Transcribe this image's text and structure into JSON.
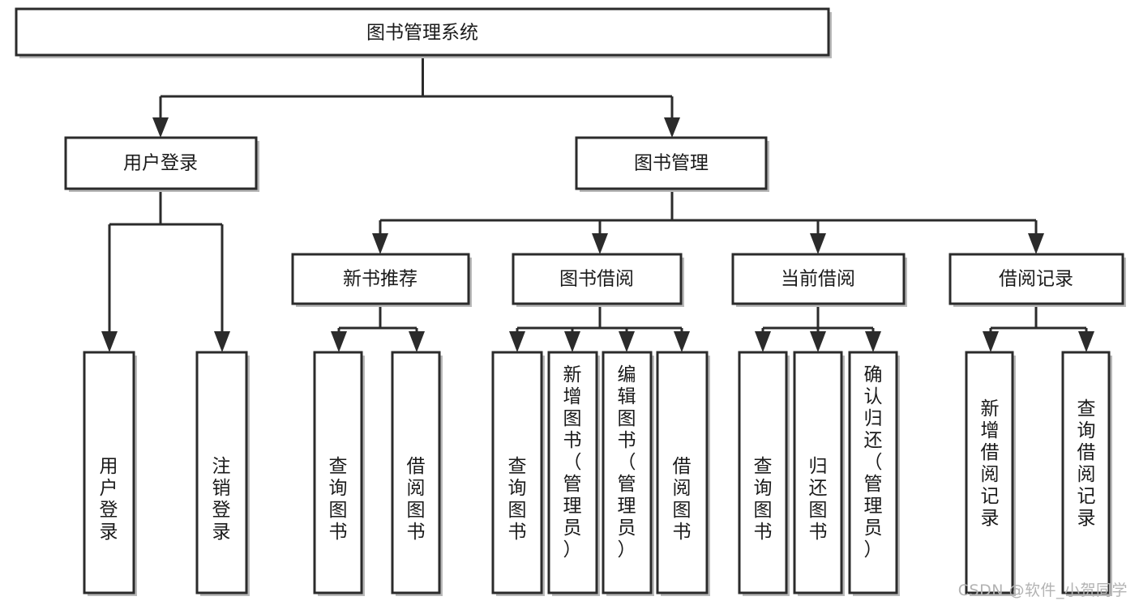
{
  "diagram": {
    "type": "tree-hierarchy-flowchart",
    "title": "图书管理系统",
    "watermark": "CSDN @软件_小贺同学",
    "levels": [
      {
        "level": 1,
        "nodes": [
          {
            "id": "root",
            "label": "图书管理系统",
            "orientation": "horizontal"
          }
        ]
      },
      {
        "level": 2,
        "nodes": [
          {
            "id": "user-login",
            "label": "用户登录",
            "orientation": "horizontal",
            "parent": "root"
          },
          {
            "id": "book-manage",
            "label": "图书管理",
            "orientation": "horizontal",
            "parent": "root"
          }
        ]
      },
      {
        "level": 3,
        "nodes": [
          {
            "id": "new-book-rec",
            "label": "新书推荐",
            "orientation": "horizontal",
            "parent": "book-manage"
          },
          {
            "id": "book-borrow",
            "label": "图书借阅",
            "orientation": "horizontal",
            "parent": "book-manage"
          },
          {
            "id": "current-borrow",
            "label": "当前借阅",
            "orientation": "horizontal",
            "parent": "book-manage"
          },
          {
            "id": "borrow-record",
            "label": "借阅记录",
            "orientation": "horizontal",
            "parent": "book-manage"
          }
        ]
      },
      {
        "level": 4,
        "nodes": [
          {
            "id": "leaf-user-login",
            "label": "用户登录",
            "orientation": "vertical",
            "parent": "user-login"
          },
          {
            "id": "leaf-logout-login",
            "label": "注销登录",
            "orientation": "vertical",
            "parent": "user-login"
          },
          {
            "id": "leaf-query-book-1",
            "label": "查询图书",
            "orientation": "vertical",
            "parent": "new-book-rec"
          },
          {
            "id": "leaf-borrow-book-1",
            "label": "借阅图书",
            "orientation": "vertical",
            "parent": "new-book-rec"
          },
          {
            "id": "leaf-query-book-2",
            "label": "查询图书",
            "orientation": "vertical",
            "parent": "book-borrow"
          },
          {
            "id": "leaf-add-book",
            "label": "新增图书（管理员）",
            "orientation": "vertical",
            "parent": "book-borrow"
          },
          {
            "id": "leaf-edit-book",
            "label": "编辑图书（管理员）",
            "orientation": "vertical",
            "parent": "book-borrow"
          },
          {
            "id": "leaf-borrow-book-2",
            "label": "借阅图书",
            "orientation": "vertical",
            "parent": "book-borrow"
          },
          {
            "id": "leaf-query-book-3",
            "label": "查询图书",
            "orientation": "vertical",
            "parent": "current-borrow"
          },
          {
            "id": "leaf-return-book",
            "label": "归还图书",
            "orientation": "vertical",
            "parent": "current-borrow"
          },
          {
            "id": "leaf-confirm-return",
            "label": "确认归还（管理员）",
            "orientation": "vertical",
            "parent": "current-borrow"
          },
          {
            "id": "leaf-add-record",
            "label": "新增借阅记录",
            "orientation": "vertical",
            "parent": "borrow-record"
          },
          {
            "id": "leaf-query-record",
            "label": "查询借阅记录",
            "orientation": "vertical",
            "parent": "borrow-record"
          }
        ]
      }
    ],
    "colors": {
      "stroke": "#2b2b2b",
      "fill": "#ffffff",
      "text": "#1a1a1a",
      "shadow": "#b9b9b9",
      "watermark": "#b3b3b3",
      "background": "#ffffff"
    }
  }
}
